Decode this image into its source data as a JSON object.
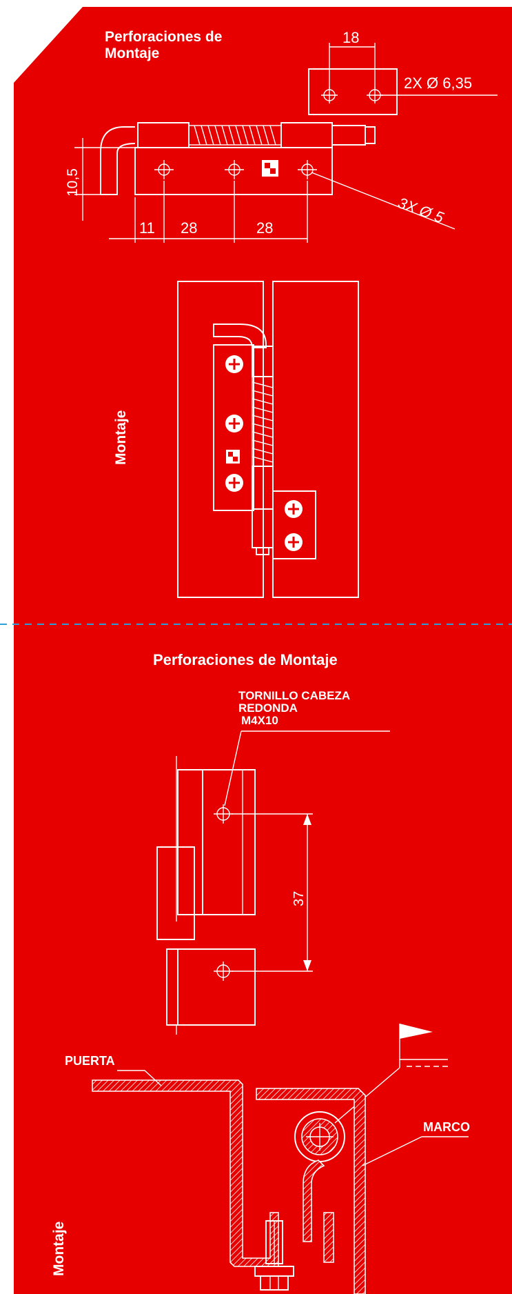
{
  "colors": {
    "background": "#e60000",
    "ink": "#ffffff",
    "divider": "#2a9fd8"
  },
  "section1": {
    "title_line1": "Perforaciones de",
    "title_line2": "Montaje",
    "dim_top": "18",
    "dim_holes_top": "2X Ø 6,35",
    "dim_holes_body": "3X Ø 5",
    "dim_height": "10,5",
    "dim_a": "11",
    "dim_b": "28",
    "dim_c": "28"
  },
  "section2": {
    "side_label": "Montaje"
  },
  "section3": {
    "title": "Perforaciones de Montaje",
    "screw_note_1": "TORNILLO CABEZA",
    "screw_note_2": "REDONDA",
    "screw_note_3": "M4X10",
    "dim_spacing": "37"
  },
  "section4": {
    "label_door": "PUERTA",
    "label_frame": "MARCO",
    "side_label": "Montaje"
  }
}
